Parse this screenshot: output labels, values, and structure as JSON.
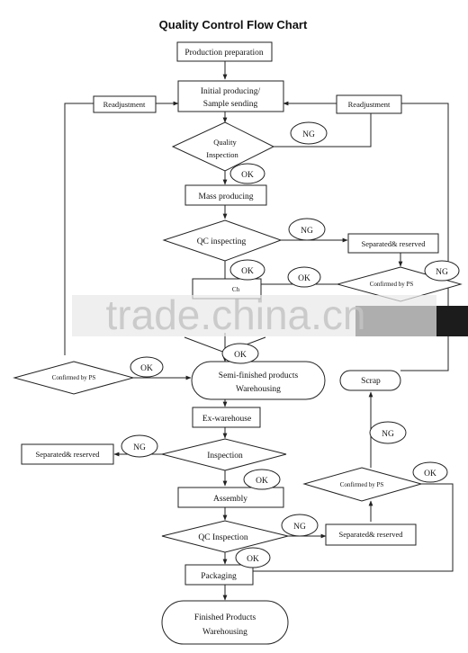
{
  "title": "Quality Control Flow Chart",
  "nodes": {
    "production_preparation": "Production preparation",
    "initial_producing_line1": "Initial producing/",
    "initial_producing_line2": "Sample sending",
    "readjustment_left": "Readjustment",
    "readjustment_right": "Readjustment",
    "quality_inspection_line1": "Quality",
    "quality_inspection_line2": "Inspection",
    "mass_producing": "Mass producing",
    "qc_inspecting": "QC inspecting",
    "separated_reserved_1": "Separated& reserved",
    "confirmed_by_ps_1": "Confirmed by PS",
    "checking_partial": "Ch",
    "semi_finished_line1": "Semi-finished products",
    "semi_finished_line2": "Warehousing",
    "confirmed_by_ps_2": "Confirmed by PS",
    "scrap": "Scrap",
    "ex_warehouse": "Ex-warehouse",
    "inspection": "Inspection",
    "separated_reserved_2": "Separated& reserved",
    "assembly": "Assembly",
    "confirmed_by_ps_3": "Confirmed by PS",
    "qc_inspection": "QC Inspection",
    "separated_reserved_3": "Separated& reserved",
    "packaging": "Packaging",
    "finished_line1": "Finished Products",
    "finished_line2": "Warehousing"
  },
  "tags": {
    "ng_quality": "NG",
    "ok_quality": "OK",
    "ng_qc": "NG",
    "ok_qc": "OK",
    "ok_ps1": "OK",
    "ng_ps1": "NG",
    "ok_check": "OK",
    "ok_ps2": "OK",
    "ng_inspection": "NG",
    "ok_inspection": "OK",
    "ng_scrap": "NG",
    "ok_ps3": "OK",
    "ng_qc_inspection": "NG",
    "ok_qc_inspection": "OK"
  },
  "watermark": "trade.china.cn"
}
